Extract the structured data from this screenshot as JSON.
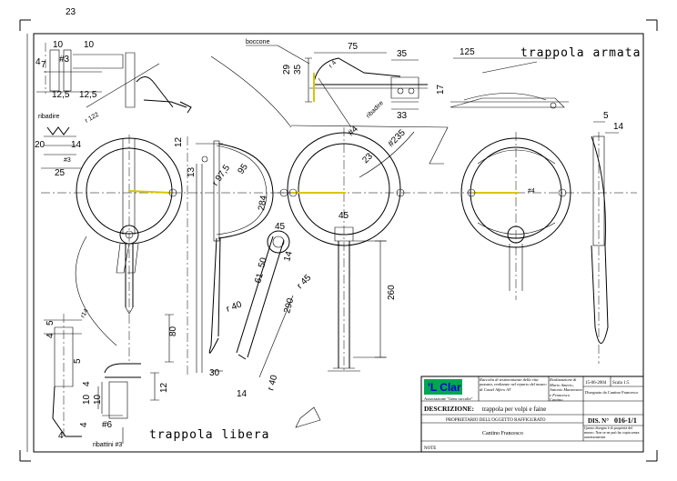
{
  "titles": {
    "armed": "trappola armata",
    "free": "trappola libera"
  },
  "labels": {
    "boccone": "boccone",
    "ribadire_left": "ribadire",
    "ribadire_center": "ribadire",
    "ribattini": "ribattini #3"
  },
  "dimensions": {
    "d23": "23",
    "d10a": "10",
    "d10b": "10",
    "d3a": "#3",
    "d4": "4",
    "d7": "7",
    "d12_5a": "12,5",
    "d12_5b": "12,5",
    "d122": "r 122",
    "d20": "20",
    "d14a": "14",
    "d25": "25",
    "d3b": "#3",
    "d12a": "12",
    "d13": "13",
    "r97_5": "r 97,5",
    "d95": "95",
    "d284": "284",
    "d45a": "45",
    "r40a": "r 40",
    "d50": "50",
    "r45": "r 45",
    "d290": "290",
    "r40b": "r 40",
    "d30": "30",
    "d80": "80",
    "d14b": "14",
    "d75": "75",
    "d35": "35",
    "d29": "29",
    "d35b": "35",
    "r4": "r 4",
    "d17": "17",
    "d33": "33",
    "d4b": "#4",
    "d235": "#235",
    "d45b": "45",
    "d260": "260",
    "d125": "125",
    "d5a": "5",
    "d14c": "14",
    "d5b": "5",
    "d4c": "4",
    "d10c": "10",
    "d10d": "10",
    "d4d": "4",
    "d12b": "12",
    "d6": "#6",
    "d4e": "4",
    "d5c": "5",
    "d4f": "4",
    "d4g": "#4"
  },
  "title_block": {
    "logo": "'L Clar",
    "association": "Associazione \"Gens raccolte\"",
    "description_note": "Raccolta di testimonianze della vita passata, realizzate nel reparto del museo di Castel Alfero AT",
    "authors": "Realizzazione di Mario Amerio, Antonio Mantovano e Francesco Cantino",
    "date": "15-06-2004",
    "scale": "Scala 1:5",
    "drawn_by": "Disegnato da Cantino Francesco",
    "description_label": "DESCRIZIONE:",
    "description_value": "trappola per volpi e faine",
    "owner_label": "PROPRIETARIO DELL'OGGETTO RAFFIGURATO",
    "owner_value": "Cantino Francesco",
    "dis_label": "DIS. N°",
    "dis_value": "016-1/1",
    "copyright": "Questo disegno è di proprietà del museo. Non se ne può far copia senza autorizzazione.",
    "note_label": "NOTE"
  }
}
